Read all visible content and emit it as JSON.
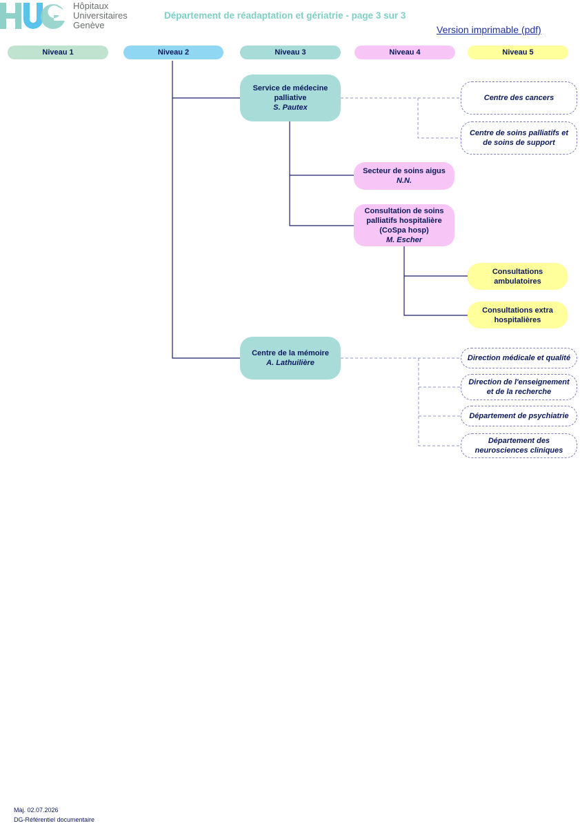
{
  "header": {
    "logo_brand": "HUG",
    "logo_lines": [
      "Hôpitaux",
      "Universitaires",
      "Genève"
    ],
    "title": "Département de réadaptation et gériatrie -  page 3 sur 3",
    "print_link": "Version imprimable (pdf)"
  },
  "levels": [
    "Niveau  1",
    "Niveau  2",
    "Niveau  3",
    "Niveau  4",
    "Niveau  5"
  ],
  "units": {
    "palliative": {
      "name": "Service de médecine palliative",
      "person": "S. Pautex"
    },
    "acute": {
      "name": "Secteur de soins aigus",
      "person": "N.N."
    },
    "cospa": {
      "name": "Consultation de soins palliatifs hospitalière (CoSpa hosp)",
      "person": "M. Escher"
    },
    "ambulatory": {
      "name": "Consultations ambulatoires"
    },
    "extra": {
      "name": "Consultations extra hospitalières"
    },
    "memory": {
      "name": "Centre de la mémoire",
      "person": "A. Lathuilière"
    }
  },
  "external": {
    "cancers": "Centre des cancers",
    "palliative_centre": "Centre de soins palliatifs et de soins de support",
    "medical_direction": "Direction médicale et qualité",
    "teaching_direction": "Direction de l'enseignement et de la recherche",
    "psychiatry": "Département de psychiatrie",
    "neurosciences": "Département des neurosciences cliniques"
  },
  "footer": {
    "updated": "Màj. 02.07.2026",
    "source": "DG-Référentiel documentaire"
  }
}
